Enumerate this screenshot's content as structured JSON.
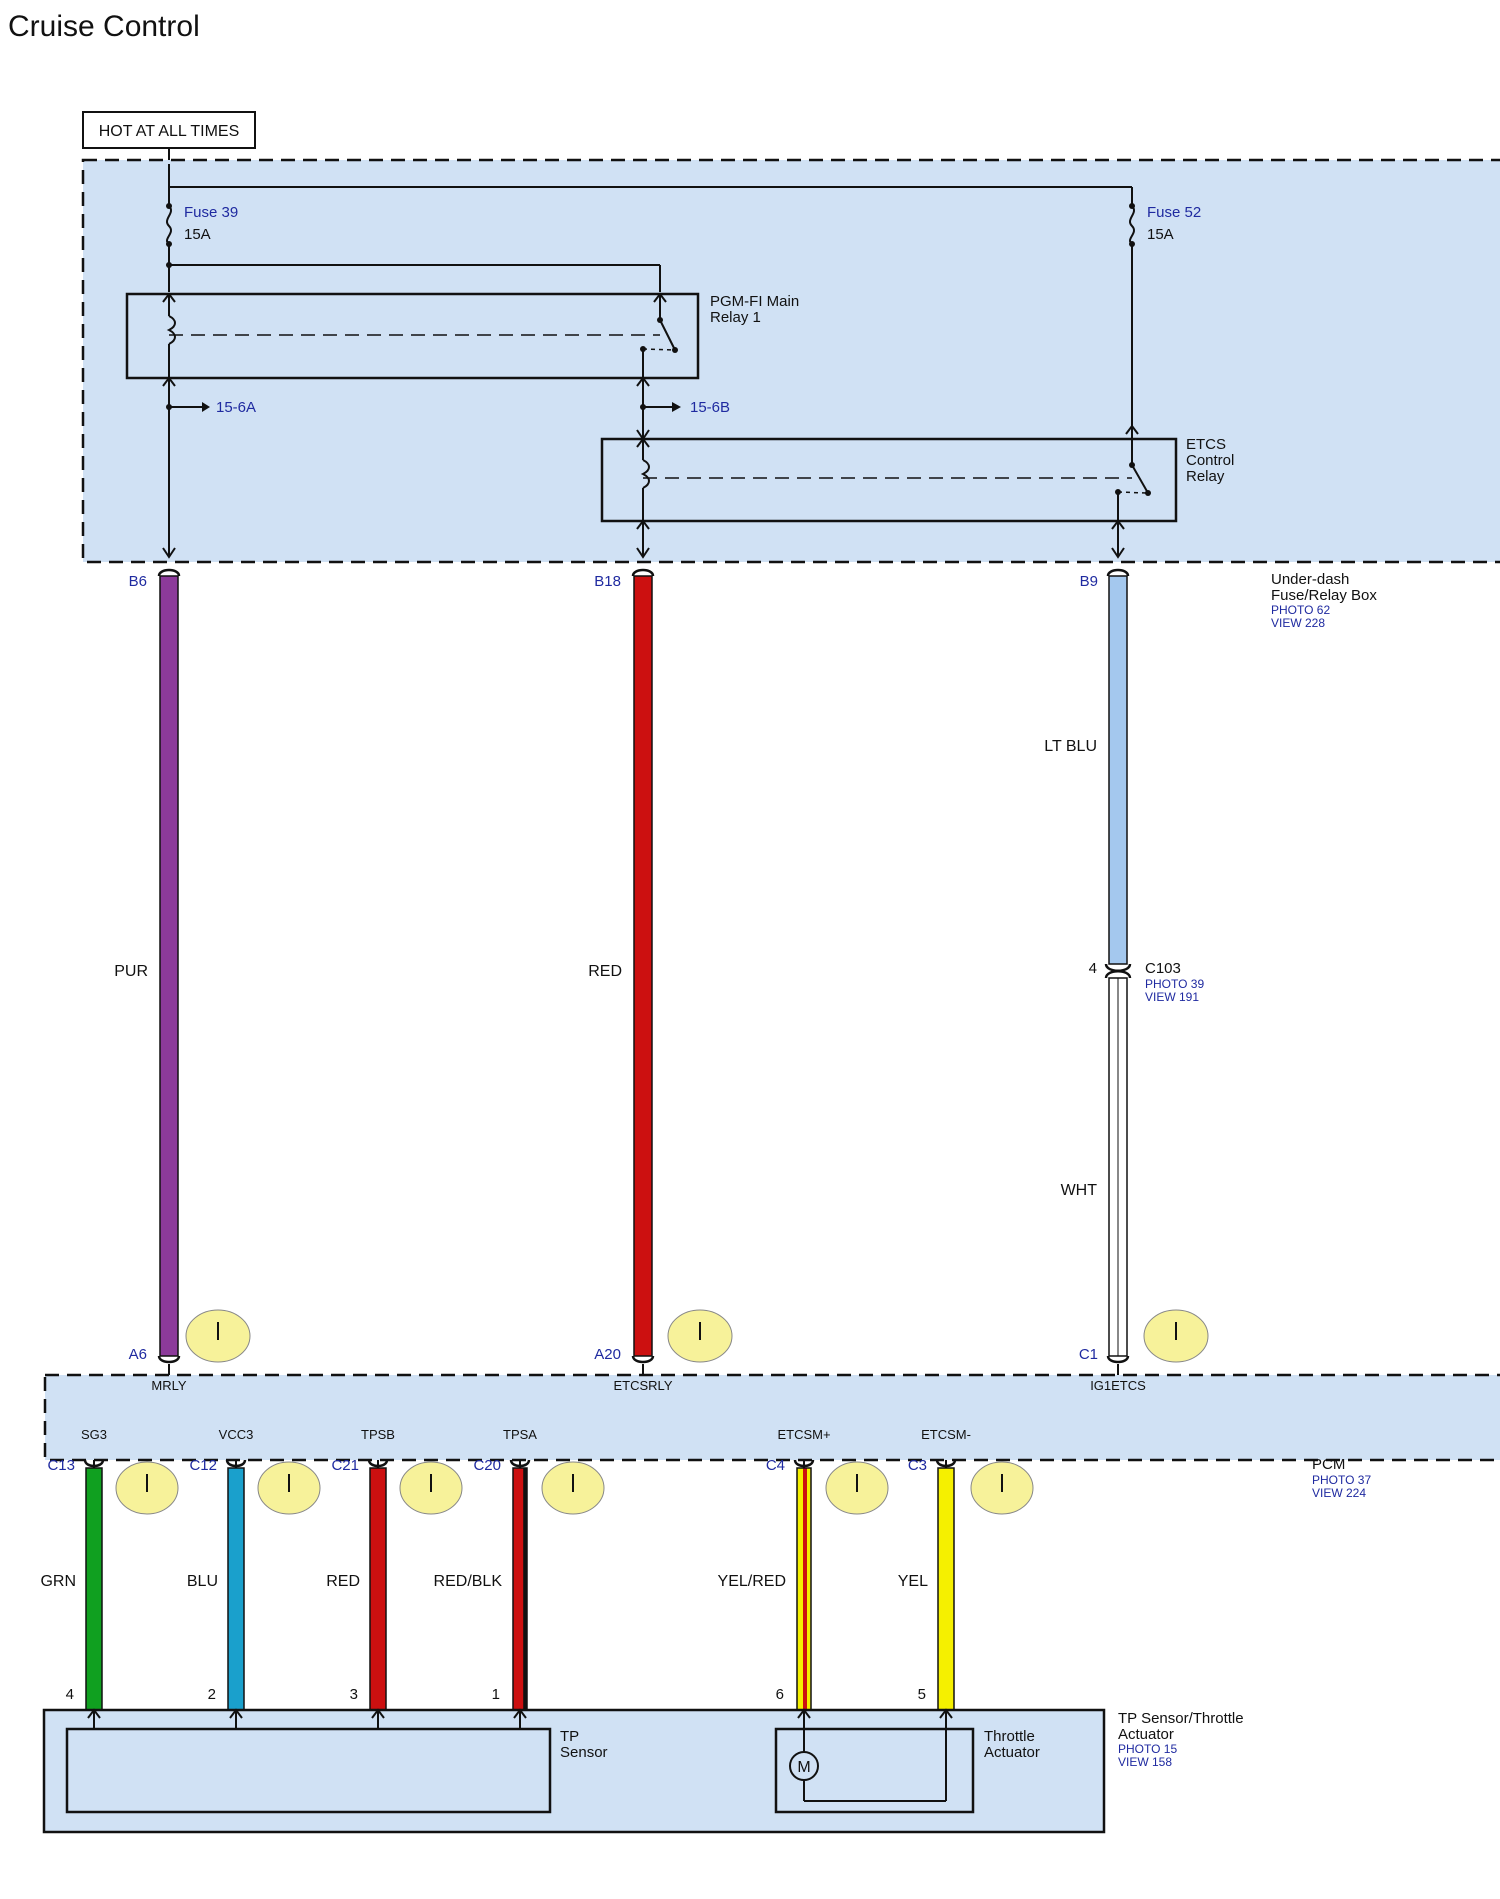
{
  "page": {
    "title": "Cruise Control"
  },
  "power_label": "HOT AT ALL TIMES",
  "fuses": [
    {
      "name": "Fuse 39",
      "rating": "15A"
    },
    {
      "name": "Fuse 52",
      "rating": "15A"
    }
  ],
  "relays": {
    "main": {
      "line1": "PGM-FI Main",
      "line2": "Relay 1"
    },
    "etcs": {
      "line1": "ETCS",
      "line2": "Control",
      "line3": "Relay"
    }
  },
  "refs": {
    "left": "15-6A",
    "mid": "15-6B"
  },
  "fuse_box": {
    "line1": "Under-dash",
    "line2": "Fuse/Relay Box",
    "photo": "PHOTO 62",
    "view": "VIEW 228"
  },
  "pins_top": {
    "b6": "B6",
    "b18": "B18",
    "b9": "B9"
  },
  "wires": {
    "pur": "PUR",
    "red": "RED",
    "ltblu": "LT BLU",
    "wht": "WHT"
  },
  "c103": {
    "pin": "4",
    "name": "C103",
    "photo": "PHOTO 39",
    "view": "VIEW 191"
  },
  "pcm_pins": {
    "a6": "A6",
    "a20": "A20",
    "c1": "C1"
  },
  "pcm_signals": {
    "mrly": "MRLY",
    "etcsrly": "ETCSRLY",
    "ig1etcs": "IG1ETCS"
  },
  "pcm": {
    "name": "PCM",
    "photo": "PHOTO 37",
    "view": "VIEW 224"
  },
  "lower_circuits": [
    {
      "signal": "SG3",
      "pin": "C13",
      "wire": "GRN",
      "term": "4"
    },
    {
      "signal": "VCC3",
      "pin": "C12",
      "wire": "BLU",
      "term": "2"
    },
    {
      "signal": "TPSB",
      "pin": "C21",
      "wire": "RED",
      "term": "3"
    },
    {
      "signal": "TPSA",
      "pin": "C20",
      "wire": "RED/BLK",
      "term": "1"
    },
    {
      "signal": "ETCSM+",
      "pin": "C4",
      "wire": "YEL/RED",
      "term": "6"
    },
    {
      "signal": "ETCSM-",
      "pin": "C3",
      "wire": "YEL",
      "term": "5"
    }
  ],
  "tp_sensor": {
    "line1": "TP",
    "line2": "Sensor"
  },
  "throttle": {
    "line1": "Throttle",
    "line2": "Actuator",
    "motor": "M"
  },
  "tp_assembly": {
    "line1": "TP Sensor/Throttle",
    "line2": "Actuator",
    "photo": "PHOTO 15",
    "view": "VIEW 158"
  },
  "colors": {
    "box_fill": "#d0e1f4",
    "pur": "#8c3a9a",
    "red": "#cc1010",
    "ltblu": "#a4c8ee",
    "grn": "#10a020",
    "blu": "#1aa0cc",
    "yel": "#f5f000",
    "gauge": "#f7f29a",
    "label_blue": "#1f2aa0"
  }
}
